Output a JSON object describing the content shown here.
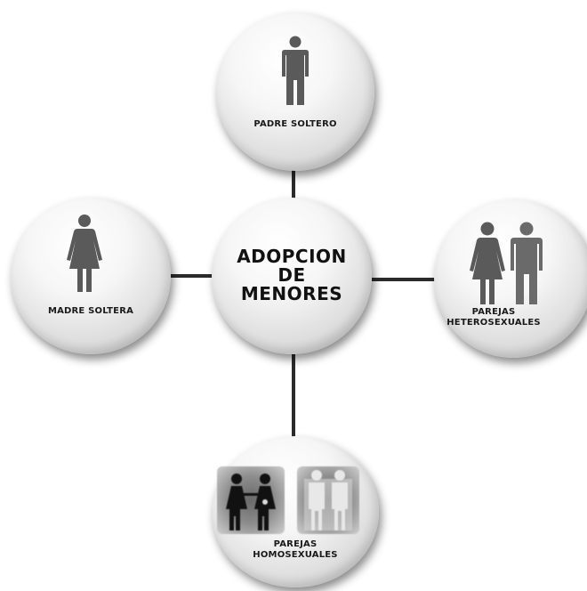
{
  "diagram": {
    "center": {
      "label": "ADOPCION\nDE\nMENORES"
    },
    "nodes": {
      "top": {
        "label": "PADRE SOLTERO",
        "icon": "man-icon"
      },
      "left": {
        "label": "MADRE SOLTERA",
        "icon": "woman-icon"
      },
      "right": {
        "label": "PAREJAS\nHETEROSEXUALES",
        "icon": "couple-icon"
      },
      "bottom": {
        "label": "PAREJAS\nHOMOSEXUALES",
        "icon": "same-sex-couples-icon"
      }
    },
    "colors": {
      "connector": "#2b2b2b",
      "figure": "#5a5a5a",
      "text": "#1a1a1a"
    }
  }
}
